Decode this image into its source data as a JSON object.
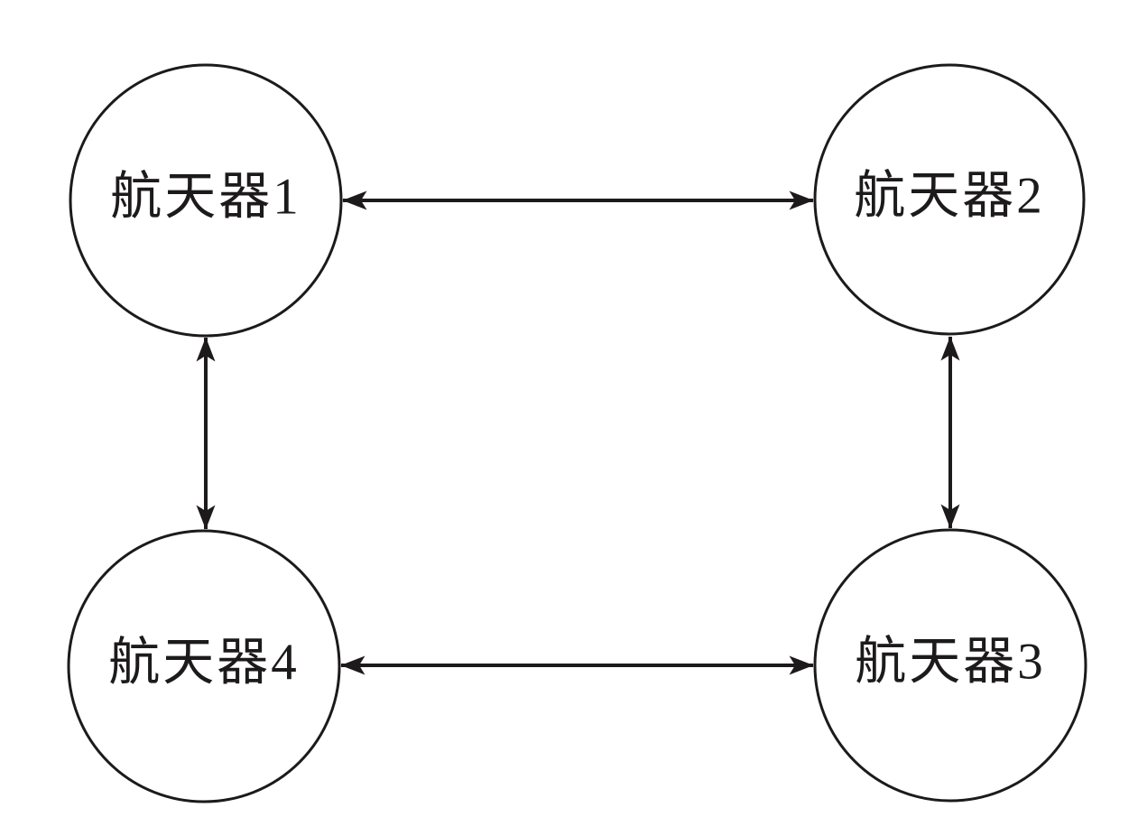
{
  "diagram": {
    "title": "spacecraft-ring-network",
    "background_color": "#ffffff",
    "stroke_color": "#1c1a1b",
    "nodes": [
      {
        "id": "spacecraft-1",
        "label": "航天器1"
      },
      {
        "id": "spacecraft-2",
        "label": "航天器2"
      },
      {
        "id": "spacecraft-3",
        "label": "航天器3"
      },
      {
        "id": "spacecraft-4",
        "label": "航天器4"
      }
    ],
    "edges": [
      {
        "from": "spacecraft-1",
        "to": "spacecraft-2",
        "style": "bidirectional-arrow"
      },
      {
        "from": "spacecraft-2",
        "to": "spacecraft-3",
        "style": "bidirectional-arrow"
      },
      {
        "from": "spacecraft-4",
        "to": "spacecraft-3",
        "style": "bidirectional-arrow"
      },
      {
        "from": "spacecraft-1",
        "to": "spacecraft-4",
        "style": "bidirectional-arrow"
      }
    ]
  }
}
